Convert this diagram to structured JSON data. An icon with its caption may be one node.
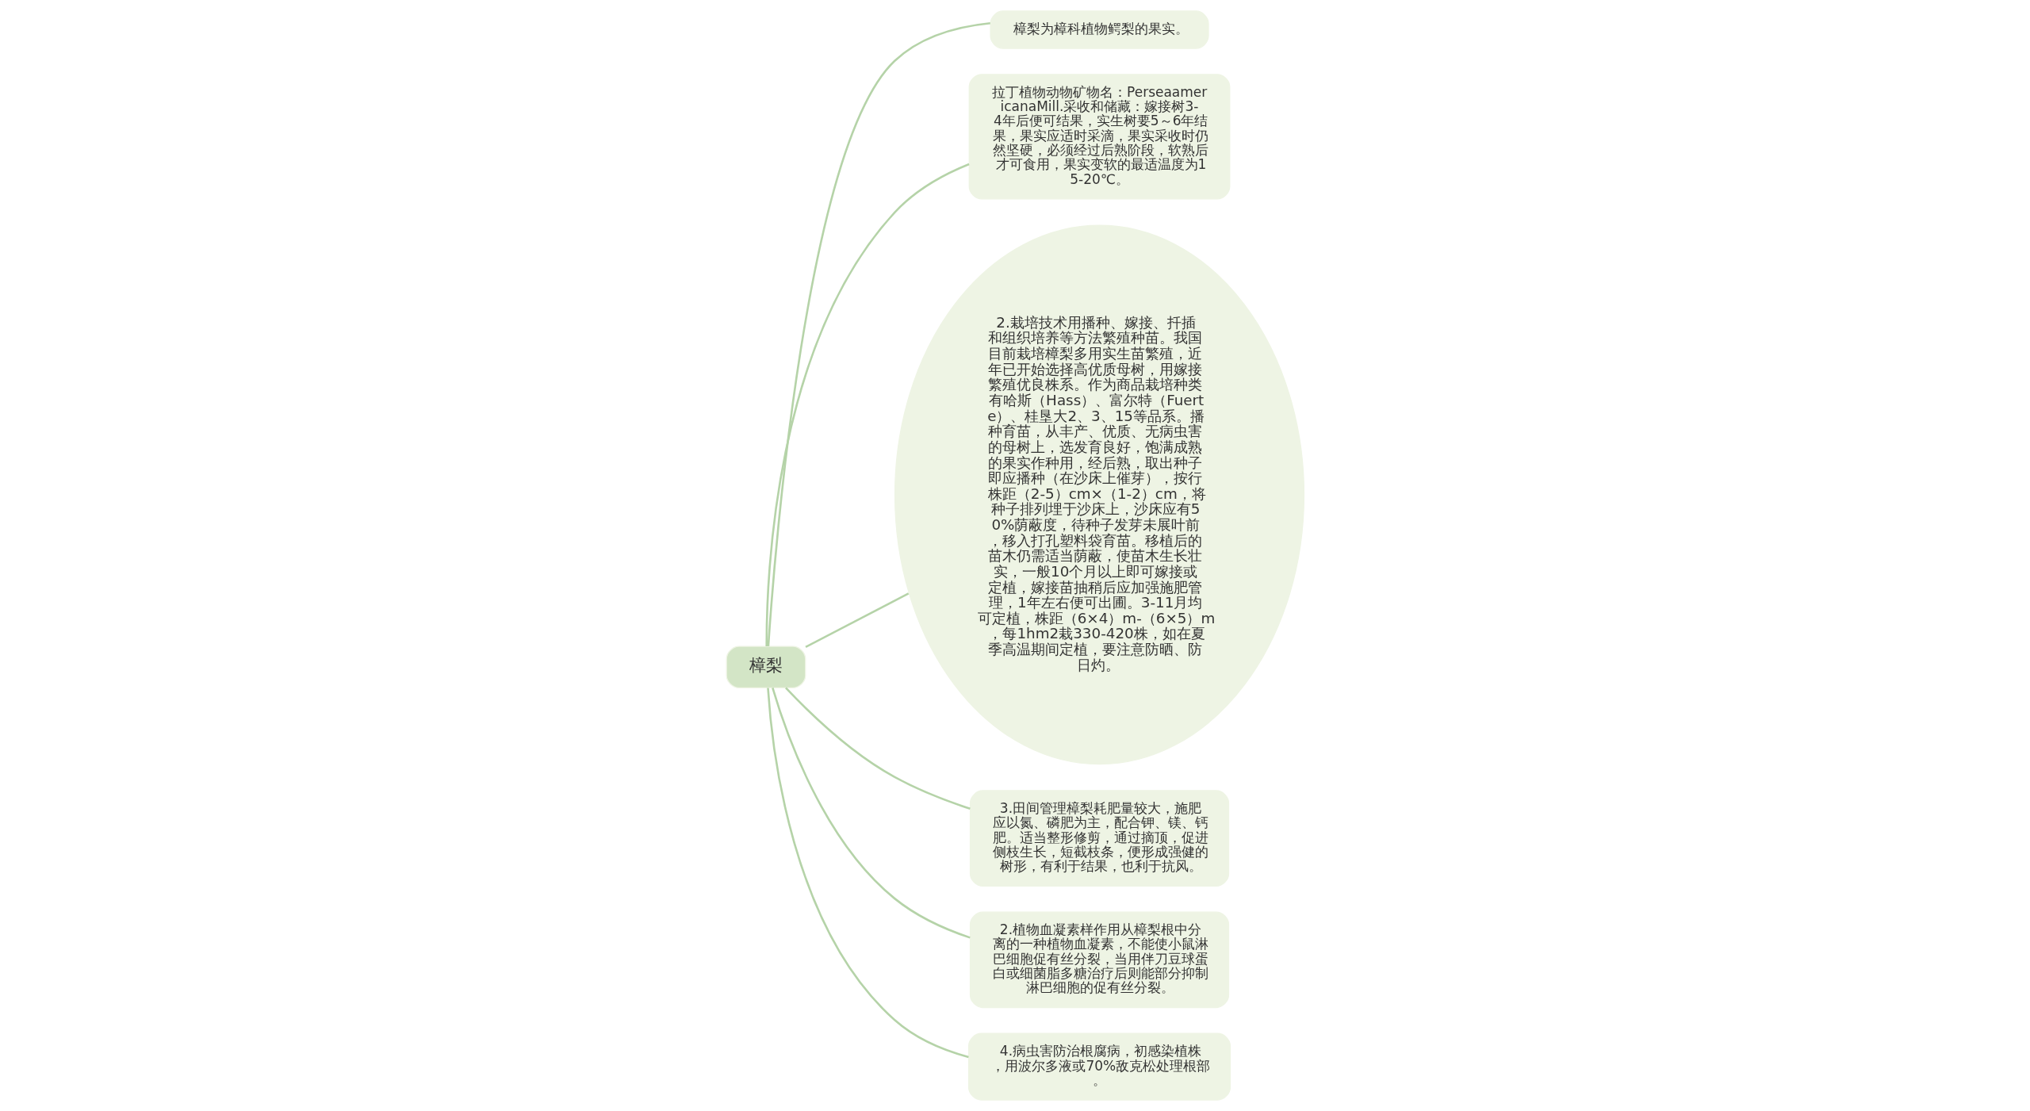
{
  "diagram": {
    "nodes": [
      {
        "text": [
          "樟梨"
        ]
      },
      {
        "text": [
          "樟梨为樟科植物鳄梨的果实。"
        ]
      },
      {
        "text": [
          "拉丁植物动物矿物名：PerseaamericanaMill.采收和储藏：嫁接树3-4年后便可结果，实生树要5～6年结果，果实应适时采滴，果实采收时仍然坚硬，必须经过后熟阶段，软熟后才可食用，果实变软的最适温度为15-20℃。"
        ]
      },
      {
        "text": [
          "2.栽培技术用播种、嫁接、扦插和组织培养等方法繁殖种苗。我国目前栽培樟梨多用实生苗繁殖，近年已开始选择高优质母树，用嫁接繁殖优良株系。作为商品栽培种类有哈斯（Hass）、富尔特（Fuerte）、桂垦大2、3、15等品系。播种育苗，从丰产、优质、无病虫害的母树上，选发育良好，饱满成熟的果实作种用，经后熟，取出种子即应播种（在沙床上催芽），按行株距（2-5）cm×（1-2）cm，将种子排列埋于沙床上，沙床应有50%荫蔽度，待种子发芽未展叶前，移入打孔塑料袋育苗。移植后的苗木仍需适当荫蔽，使苗木生长壮实，一般10个月以上即可嫁接或定植，嫁接苗抽稍后应加强施肥管理，1年左右便可出圃。3-11月均可定植，株距（6×4）m-（6×5）m，每1hm2栽330-420株，如在夏季高温期间定植，要注意防晒、防日灼。"
        ]
      },
      {
        "text": [
          "3.田间管理樟梨耗肥量较大，施肥应以氮、磷肥为主，配合钾、镁、钙肥。适当整形修剪，通过摘顶，促进侧枝生长，短截枝条，便形成强健的树形，有利于结果，也利于抗风。"
        ]
      },
      {
        "text": [
          "2.植物血凝素样作用从樟梨根中分离的一种植物血凝素，不能使小鼠淋巴细胞促有丝分裂，当用伴刀豆球蛋白或细菌脂多糖治疗后则能部分抑制淋巴细胞的促有丝分裂。"
        ]
      },
      {
        "text": [
          "4.病虫害防治根腐病，初感染植株，用波尔多液或70%敌克松处理根部。"
        ]
      }
    ],
    "edges": [
      {
        "from": 0,
        "to": 1,
        "arrow": "none"
      },
      {
        "from": 0,
        "to": 2,
        "arrow": "none"
      },
      {
        "from": 0,
        "to": 3,
        "arrow": "none"
      },
      {
        "from": 0,
        "to": 4,
        "arrow": "none"
      },
      {
        "from": 0,
        "to": 5,
        "arrow": "none"
      },
      {
        "from": 0,
        "to": 6,
        "arrow": "none"
      }
    ]
  }
}
